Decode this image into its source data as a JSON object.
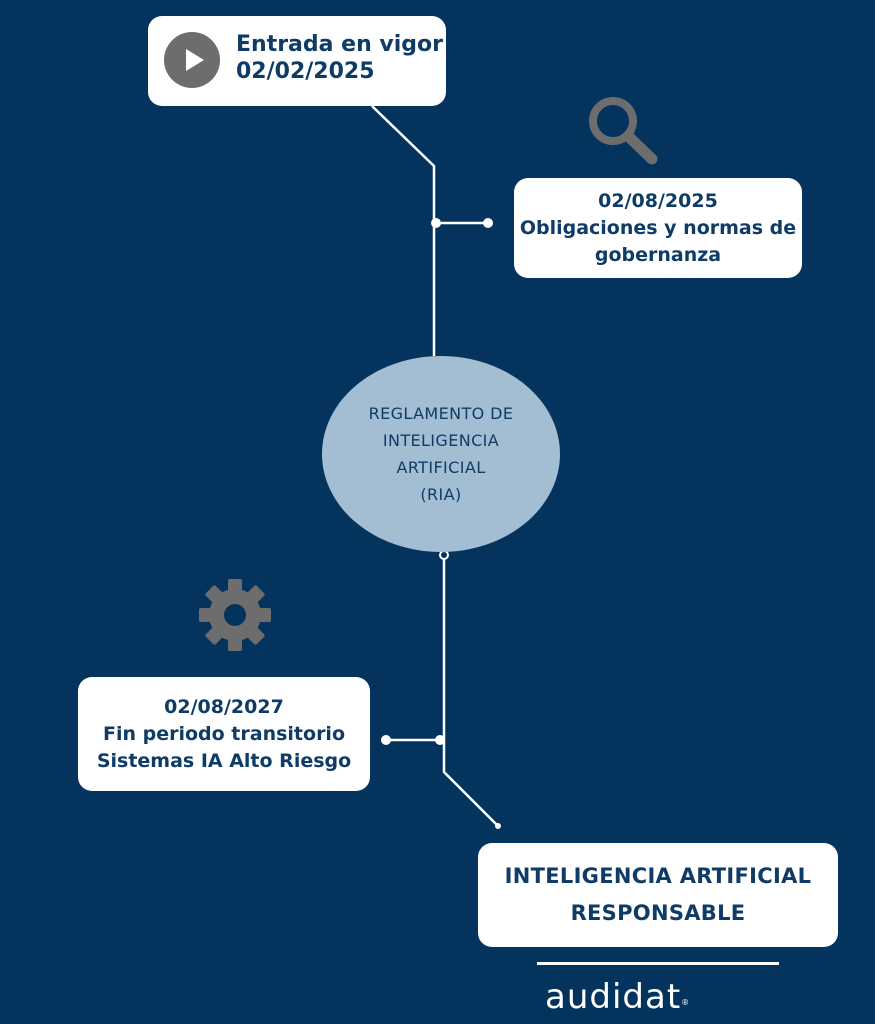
{
  "milestones": {
    "entry": {
      "line1": "Entrada en vigor",
      "line2": "02/02/2025"
    },
    "obligations": {
      "date": "02/08/2025",
      "line1": "Obligaciones y normas de",
      "line2": "gobernanza"
    },
    "transition": {
      "date": "02/08/2027",
      "line1": "Fin periodo transitorio",
      "line2": "Sistemas IA Alto Riesgo"
    }
  },
  "center": {
    "line1": "REGLAMENTO DE",
    "line2": "INTELIGENCIA",
    "line3": "ARTIFICIAL",
    "line4": "(RIA)"
  },
  "conclusion": {
    "line1": "INTELIGENCIA ARTIFICIAL",
    "line2": "RESPONSABLE"
  },
  "brand": {
    "name": "audidat",
    "mark": "®"
  },
  "icons": [
    "play-icon",
    "search-icon",
    "gear-icon"
  ],
  "colors": {
    "background": "#04345d",
    "card": "#ffffff",
    "text": "#0f3c66",
    "ellipse": "#a3bdd2",
    "icon": "#6d6d6d"
  }
}
